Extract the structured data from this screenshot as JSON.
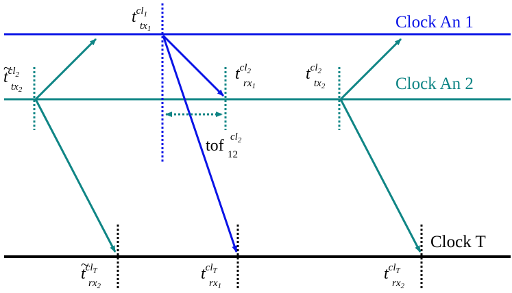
{
  "clocks": {
    "an1": {
      "label": "Clock An 1",
      "color": "#0a14e6"
    },
    "an2": {
      "label": "Clock An 2",
      "color": "#0f8585"
    },
    "t": {
      "label": "Clock T",
      "color": "#000000"
    }
  },
  "timestamps": {
    "tx1": {
      "base": "t",
      "sup": "cl",
      "supsub": "1",
      "sub": "tx",
      "subsub": "1",
      "tilde": false
    },
    "tx2_left": {
      "base": "t",
      "sup": "cl",
      "supsub": "2",
      "sub": "tx",
      "subsub": "2",
      "tilde": true
    },
    "rx1_an2": {
      "base": "t",
      "sup": "cl",
      "supsub": "2",
      "sub": "rx",
      "subsub": "1",
      "tilde": false
    },
    "tx2_right": {
      "base": "t",
      "sup": "cl",
      "supsub": "2",
      "sub": "tx",
      "subsub": "2",
      "tilde": false
    },
    "rxT_left": {
      "base": "t",
      "sup": "cl",
      "supsub": "T",
      "sub": "rx",
      "subsub": "2",
      "tilde": true
    },
    "rxT_mid": {
      "base": "t",
      "sup": "cl",
      "supsub": "T",
      "sub": "rx",
      "subsub": "1",
      "tilde": false
    },
    "rxT_right": {
      "base": "t",
      "sup": "cl",
      "supsub": "T",
      "sub": "rx",
      "subsub": "2",
      "tilde": false
    }
  },
  "tof": {
    "base": "tof",
    "sub": "12",
    "sup": "cl",
    "supsub": "2"
  }
}
